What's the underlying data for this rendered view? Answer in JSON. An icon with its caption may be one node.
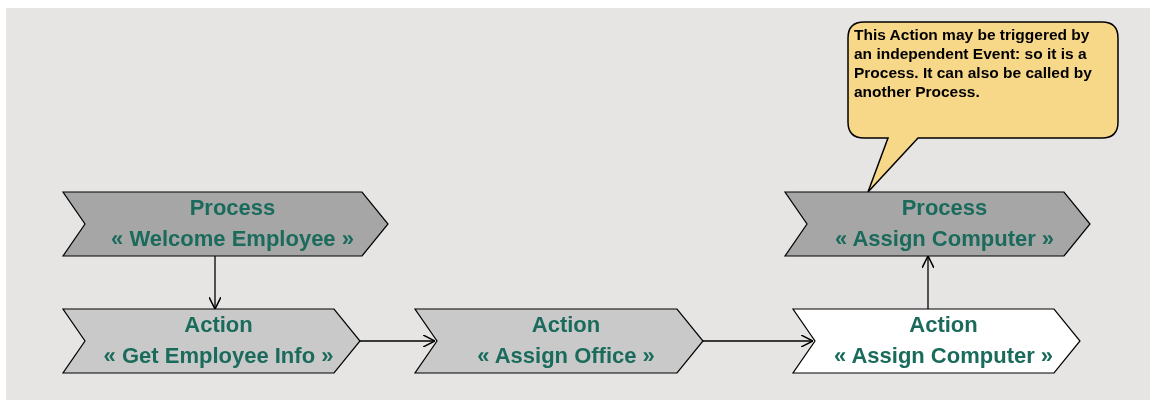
{
  "diagram": {
    "nodes": [
      {
        "text": [
          "This Action may be triggered by an independent Event: so it is a Process. It can also be called by another Process."
        ]
      },
      {
        "text": [
          "Process",
          "« Welcome Employee »"
        ]
      },
      {
        "text": [
          "Process",
          "« Assign Computer »"
        ]
      },
      {
        "text": [
          "Action",
          "« Get Employee Info »"
        ]
      },
      {
        "text": [
          "Action",
          "« Assign Office »"
        ]
      },
      {
        "text": [
          "Action",
          "« Assign Computer »"
        ]
      }
    ],
    "edges": [
      {
        "from": 1,
        "to": 3,
        "arrow": "to"
      },
      {
        "from": 3,
        "to": 4,
        "arrow": "to"
      },
      {
        "from": 4,
        "to": 5,
        "arrow": "to"
      },
      {
        "from": 5,
        "to": 2,
        "arrow": "to"
      }
    ]
  }
}
